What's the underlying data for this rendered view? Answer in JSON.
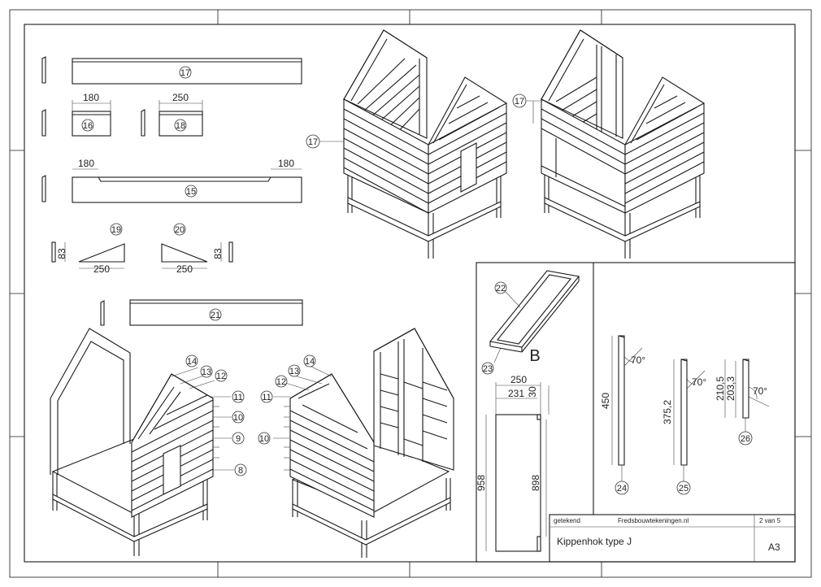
{
  "title_block": {
    "drawn_label": "getekend",
    "website": "Fredsbouwtekeningen.nl",
    "page": "2 van 5",
    "title": "Kippenhok type J",
    "format": "A3"
  },
  "detail_label": "B",
  "part_numbers": {
    "p8": "8",
    "p9": "9",
    "p10": "10",
    "p11": "11",
    "p12": "12",
    "p13": "13",
    "p14": "14",
    "p15": "15",
    "p16": "16",
    "p17": "17",
    "p18": "18",
    "p19": "19",
    "p20": "20",
    "p21": "21",
    "p22": "22",
    "p23": "23",
    "p24": "24",
    "p25": "25",
    "p26": "26"
  },
  "dimensions": {
    "d180": "180",
    "d250": "250",
    "d231": "231",
    "d30": "30",
    "d83": "83",
    "d958": "958",
    "d898": "898",
    "d450": "450",
    "d375_2": "375,2",
    "d210_5": "210,5",
    "d203_3": "203,3",
    "angle": "70°"
  }
}
